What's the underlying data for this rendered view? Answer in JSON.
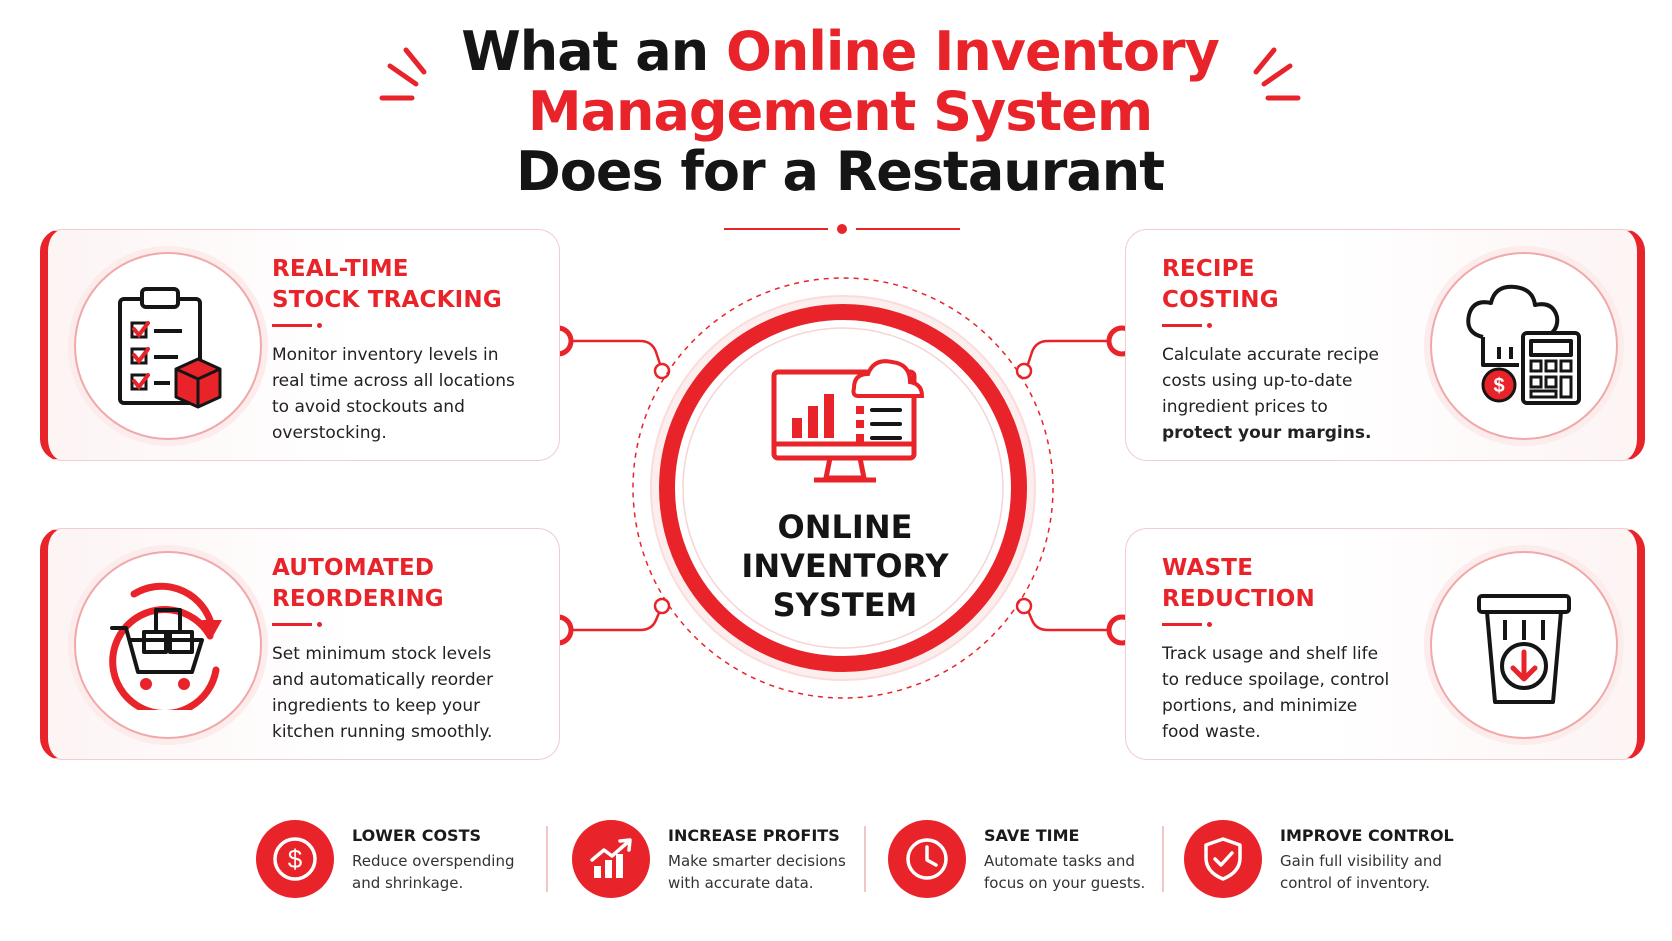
{
  "title": {
    "line1_dark": "What an",
    "line1_red": "Online Inventory",
    "line2_red": "Management System",
    "line3_dark": "Does for a Restaurant"
  },
  "center": {
    "line1": "ONLINE",
    "line2": "INVENTORY",
    "line3": "SYSTEM",
    "icon": "computer-chart-cloud-icon"
  },
  "features": [
    {
      "title_line1": "REAL-TIME",
      "title_line2": "STOCK TRACKING",
      "desc": "Monitor inventory levels in real time across all locations to avoid stockouts and overstocking.",
      "icon": "clipboard-box-icon"
    },
    {
      "title_line1": "AUTOMATED",
      "title_line2": "REORDERING",
      "desc": "Set minimum stock levels and automatically reorder ingredients to keep your kitchen running smoothly.",
      "icon": "cart-reorder-icon"
    },
    {
      "title_line1": "RECIPE",
      "title_line2": "COSTING",
      "desc_part1": "Calculate accurate recipe costs using up-to-date ingredient prices to ",
      "desc_bold": "protect your margins.",
      "icon": "chef-hat-calculator-icon"
    },
    {
      "title_line1": "WASTE",
      "title_line2": "REDUCTION",
      "desc": "Track usage and shelf life to reduce spoilage, control portions, and minimize food waste.",
      "icon": "trash-bin-icon"
    }
  ],
  "benefits": [
    {
      "title": "LOWER COSTS",
      "desc": "Reduce overspending and shrinkage.",
      "icon": "dollar-icon"
    },
    {
      "title": "INCREASE PROFITS",
      "desc": "Make smarter decisions with accurate data.",
      "icon": "growth-chart-icon"
    },
    {
      "title": "SAVE TIME",
      "desc": "Automate tasks and focus on your guests.",
      "icon": "clock-icon"
    },
    {
      "title": "IMPROVE CONTROL",
      "desc": "Gain full visibility and control of inventory.",
      "icon": "shield-check-icon"
    }
  ],
  "colors": {
    "accent": "#e8232a",
    "dark": "#151515",
    "soft": "#fdecec"
  }
}
